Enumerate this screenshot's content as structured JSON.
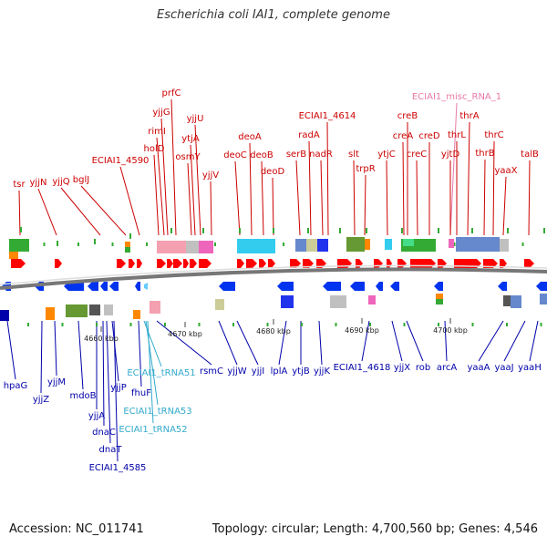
{
  "title": "Escherichia coli IAI1, complete genome",
  "footer": {
    "accession": "Accession: NC_011741",
    "summary": "Topology: circular; Length: 4,700,560 bp; Genes: 4,546"
  },
  "colors": {
    "top_label": "#cc0000",
    "bottom_label": "#0000aa",
    "rna_label": "#33aacc",
    "misc_rna_label": "#e87aa8",
    "forward_gene": "#ff0000",
    "reverse_gene": "#0033ee",
    "backbone": "#777777"
  },
  "scale_labels": [
    "4660 kbp",
    "4670 kbp",
    "4680 kbp",
    "4690 kbp",
    "4700 kbp"
  ],
  "top_labels": [
    "tsr",
    "yjjN",
    "yjjQ",
    "bglJ",
    "ECIAI1_4590",
    "holD",
    "rimI",
    "yjjG",
    "prfC",
    "ytjA",
    "yjjU",
    "osmY",
    "yjjV",
    "deoC",
    "deoA",
    "deoB",
    "deoD",
    "serB",
    "radA",
    "nadR",
    "ECIAI1_4614",
    "slt",
    "trpR",
    "ytjC",
    "creA",
    "creB",
    "creC",
    "creD",
    "ECIAI1_misc_RNA_1",
    "yjtD",
    "thrL",
    "thrA",
    "thrB",
    "thrC",
    "yaaX",
    "talB"
  ],
  "bottom_labels": [
    "hpaG",
    "yjjZ",
    "yjjM",
    "mdoB",
    "yjjA",
    "dnaC",
    "dnaT",
    "yjjP",
    "ECIAI1_4585",
    "fhuF",
    "ECIAI1_tRNA51",
    "ECIAI1_tRNA53",
    "ECIAI1_tRNA52",
    "rsmC",
    "yjjW",
    "yjjI",
    "lplA",
    "ytjB",
    "yjjK",
    "ECIAI1_4618",
    "yjjX",
    "rob",
    "arcA",
    "yaaA",
    "yaaJ",
    "yaaH"
  ]
}
